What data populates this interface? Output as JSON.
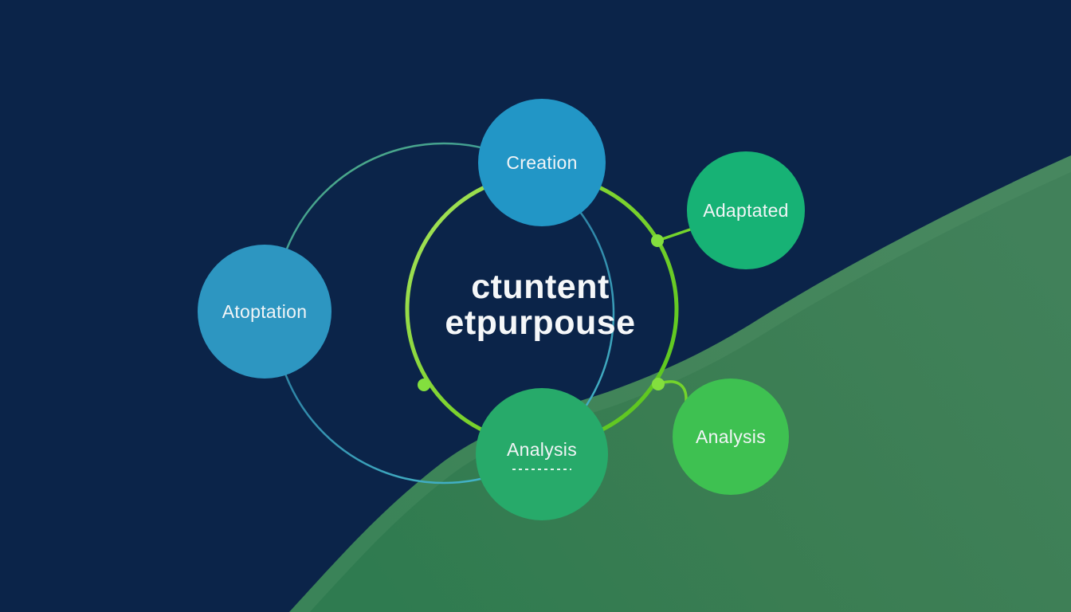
{
  "diagram": {
    "center_title": {
      "line1": "ctuntent",
      "line2": "etpurpouse"
    },
    "nodes": {
      "creation": {
        "label": "Creation",
        "color": "#2296c6"
      },
      "adaptated": {
        "label": "Adaptated",
        "color": "#17b275"
      },
      "atoptation": {
        "label": "Atoptation",
        "color": "#2d96c1"
      },
      "analysis_center": {
        "label": "Analysis",
        "color": "#27aa6a"
      },
      "analysis_right": {
        "label": "Analysis",
        "color": "#3ec151"
      }
    },
    "colors": {
      "background_navy": "#0b2449",
      "background_blob_green": "#3a7d52",
      "ring_lime": "#7ed32f",
      "thin_circle_teal": "#3796ad",
      "connector_lime": "#74d42c",
      "node_dot_lime": "#83df3e",
      "text_white": "#f5f7f9"
    }
  }
}
